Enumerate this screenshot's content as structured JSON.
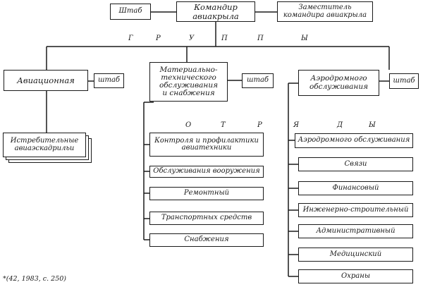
{
  "top": {
    "hq": "Штаб",
    "commander_l1": "Командир",
    "commander_l2": "авиакрыла",
    "deputy_l1": "Заместитель",
    "deputy_l2": "командира авиакрыла",
    "groups_label": [
      "Г",
      "Р",
      "У",
      "П",
      "П",
      "Ы"
    ]
  },
  "aviation": {
    "title": "Авиационная",
    "hq": "штаб",
    "squadrons_l1": "Истребительные",
    "squadrons_l2": "авиаэскадрильи"
  },
  "mts": {
    "title_l1": "Материально-",
    "title_l2": "технического",
    "title_l3": "обслуживания",
    "title_l4": "и снабжения",
    "hq": "штаб",
    "otr_label": [
      "О",
      "Т",
      "Р"
    ],
    "units": [
      {
        "l1": "Контроля и профилактики",
        "l2": "авиатехники"
      },
      {
        "l1": "Обслуживания вооружения"
      },
      {
        "l1": "Ремонтный"
      },
      {
        "l1": "Транспортных средств"
      },
      {
        "l1": "Снабжения"
      }
    ]
  },
  "airfield": {
    "title_l1": "Аэродромного",
    "title_l2": "обслуживания",
    "hq": "штаб",
    "ryady_label": [
      "Я",
      "Д",
      "Ы"
    ],
    "units": [
      "Аэродромного обслуживания",
      "Связи",
      "Финансовый",
      "Инженерно-строительный",
      "Административный",
      "Медицинский",
      "Охраны"
    ]
  },
  "footnote": "*(42, 1983, с. 250)"
}
